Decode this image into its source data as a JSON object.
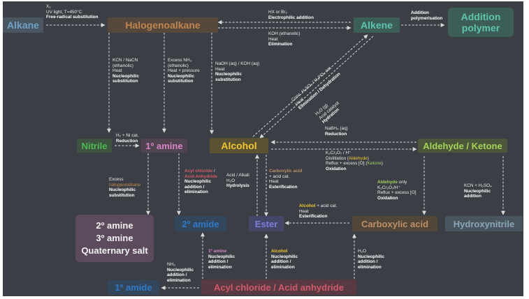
{
  "colors": {
    "background": "#3b3f45",
    "arrow": "#d9d9d9",
    "label_text": "#e8e8e8",
    "alkane": "#6fa2c4",
    "halogenoalkane": "#c0844e",
    "alkene": "#5cc6ac",
    "addition_polymer": "#5cc6ac",
    "nitrile": "#4cbb52",
    "primary_amine": "#d985c9",
    "alcohol": "#f2c633",
    "aldehyde_ketone": "#a6d25a",
    "secondary_amine_group": "#d985c9",
    "amide": "#2f79c6",
    "ester": "#7c7fd8",
    "carboxylic_acid": "#bf8f6a",
    "hydroxynitrile": "#8aa7b8",
    "acyl_chloride": "#cf5a6c"
  },
  "nodes": {
    "alkane": "Alkane",
    "halogenoalkane": "Halogenoalkane",
    "alkene": "Alkene",
    "addition_polymer": "Addition polymer",
    "nitrile": "Nitrile",
    "primary_amine": "1º amine",
    "alcohol": "Alcohol",
    "aldehyde_ketone": "Aldehyde / Ketone",
    "secondary_amine": "2º amine",
    "tertiary_amine": "3º amine",
    "quaternary_salt": "Quaternary salt",
    "secondary_amide": "2º amide",
    "ester": "Ester",
    "carboxylic_acid": "Carboxylic acid",
    "hydroxynitrile": "Hydroxynitrile",
    "primary_amide": "1º amide",
    "acyl_chloride_anhydride": "Acyl chloride / Acid anhydride"
  },
  "reactions": {
    "alkane_to_halogenoalkane": [
      "X₂",
      "UV light, T=450°C",
      "Free-radical substitution"
    ],
    "alkene_to_halogenoalkane": [
      "HX or Br₂",
      "Electrophilic addition"
    ],
    "halogenoalkane_to_alkene": [
      "KOH (ethanolic)",
      "Heat",
      "Elimination"
    ],
    "alkene_to_polymer": [
      "Addition",
      "polymerisation"
    ],
    "halogenoalkane_to_nitrile": [
      "KCN / NaCN",
      "(ethanolic)",
      "Heat",
      "Nucleophilic",
      "substitution"
    ],
    "halogenoalkane_to_amine": [
      "Excess NH₃",
      "(ethanolic)",
      "Heat + pressure",
      "Nucleophilic",
      "substitution"
    ],
    "halogenoalkane_to_alcohol": [
      "NaOH (aq) / KOH (aq)",
      "Heat",
      "Nucleophilic",
      "substitution"
    ],
    "alcohol_to_alkene": [
      "Conc. H₂SO₄ / H₃PO₄ cat.",
      "Heat",
      "Elimination / Dehydration"
    ],
    "alkene_to_alcohol": [
      "H₂O (g)",
      "Acid catalyst",
      "Hydration"
    ],
    "nitrile_to_amine": [
      "H₂ + Ni cat.",
      "Reduction"
    ],
    "aldehyde_to_alcohol": [
      "NaBH₄ (aq)",
      "Reduction"
    ],
    "alcohol_to_aldehyde": [
      "K₂Cr₂O₇ / H⁺",
      "Distillation (",
      "Aldehyde",
      ")",
      "Reflux + excess [O] (",
      "Ketone",
      ")",
      "Oxidation"
    ],
    "amine_to_substituted": [
      "Excess",
      "halogenoalkane",
      "Nucleophilic",
      "substitution"
    ],
    "amine_to_secondary_amide": [
      "Acyl chloride",
      " / ",
      "Acid Anhydride",
      "Nucleophilic",
      "addition /",
      "elimination"
    ],
    "ester_to_alcohol": [
      "Acid / Alkali",
      "H₂O",
      "Hydrolysis"
    ],
    "alcohol_to_ester": [
      "Carboxylic acid",
      "+ acid cat.",
      "Heat",
      "Esterification"
    ],
    "aldehyde_to_carboxylic": [
      "Aldehyde",
      " only",
      "K₂Cr₂O₇/H⁺",
      "Reflux + excess [O]",
      "Oxidation"
    ],
    "aldehyde_to_hydroxynitrile": [
      "KCN + H₂SO₄",
      "Nucleophilic",
      "addition"
    ],
    "carboxylic_to_ester": [
      "Alcohol",
      " + acid cat.",
      "Heat",
      "Esterification"
    ],
    "acyl_to_primary_amide": [
      "NH₃",
      "Nucleophilic",
      "addition /",
      "elimination"
    ],
    "acyl_to_secondary_amide": [
      "1º amine",
      "Nucleophilic",
      "addition /",
      "elimination"
    ],
    "acyl_to_ester": [
      "Alcohol",
      "Nucleophilic",
      "addition /",
      "elimination"
    ],
    "acyl_to_carboxylic": [
      "H₂O",
      "Nucleophilic",
      "addition /",
      "elimination"
    ]
  }
}
